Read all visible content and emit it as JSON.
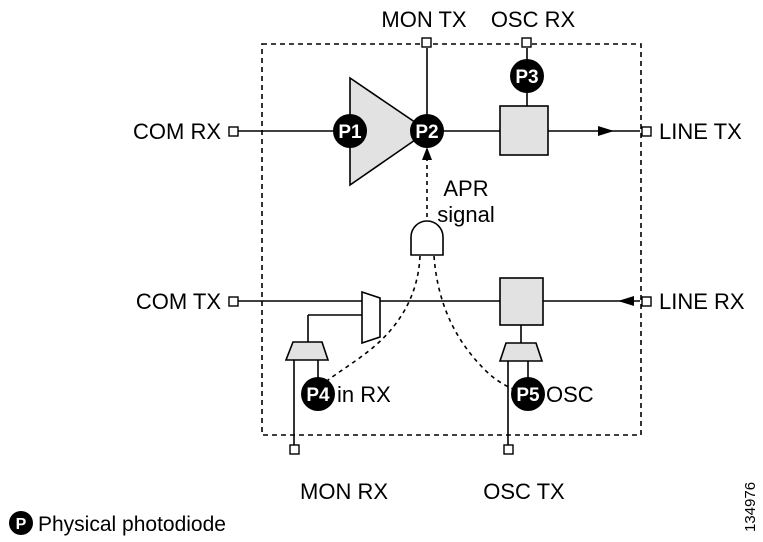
{
  "ports": {
    "mon_tx": "MON TX",
    "osc_rx": "OSC RX",
    "com_rx": "COM RX",
    "line_tx": "LINE TX",
    "com_tx": "COM TX",
    "line_rx": "LINE RX",
    "mon_rx": "MON RX",
    "osc_tx": "OSC TX"
  },
  "apr": {
    "line1": "APR",
    "line2": "signal"
  },
  "photodiodes": {
    "p1": "P1",
    "p2": "P2",
    "p3": "P3",
    "p4": "P4",
    "p5": "P5",
    "p4_label": "in RX",
    "p5_label": "OSC"
  },
  "legend": {
    "symbol": "P",
    "label": "Physical photodiode"
  },
  "figure_number": "134976"
}
